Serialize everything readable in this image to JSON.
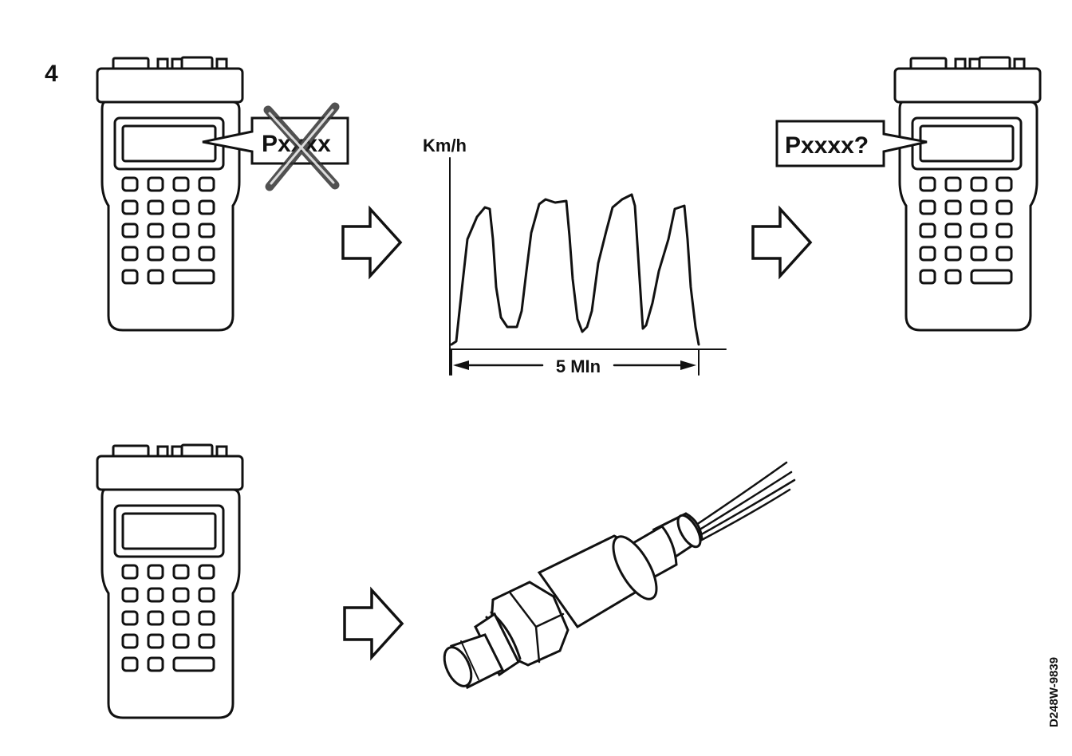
{
  "step_number": "4",
  "graph": {
    "y_axis_label": "Km/h",
    "duration_label": "5 MIn"
  },
  "fault_code_crossed": "Pxxxx",
  "fault_code_query": "Pxxxx?",
  "drawing_id": "D248W-9839"
}
